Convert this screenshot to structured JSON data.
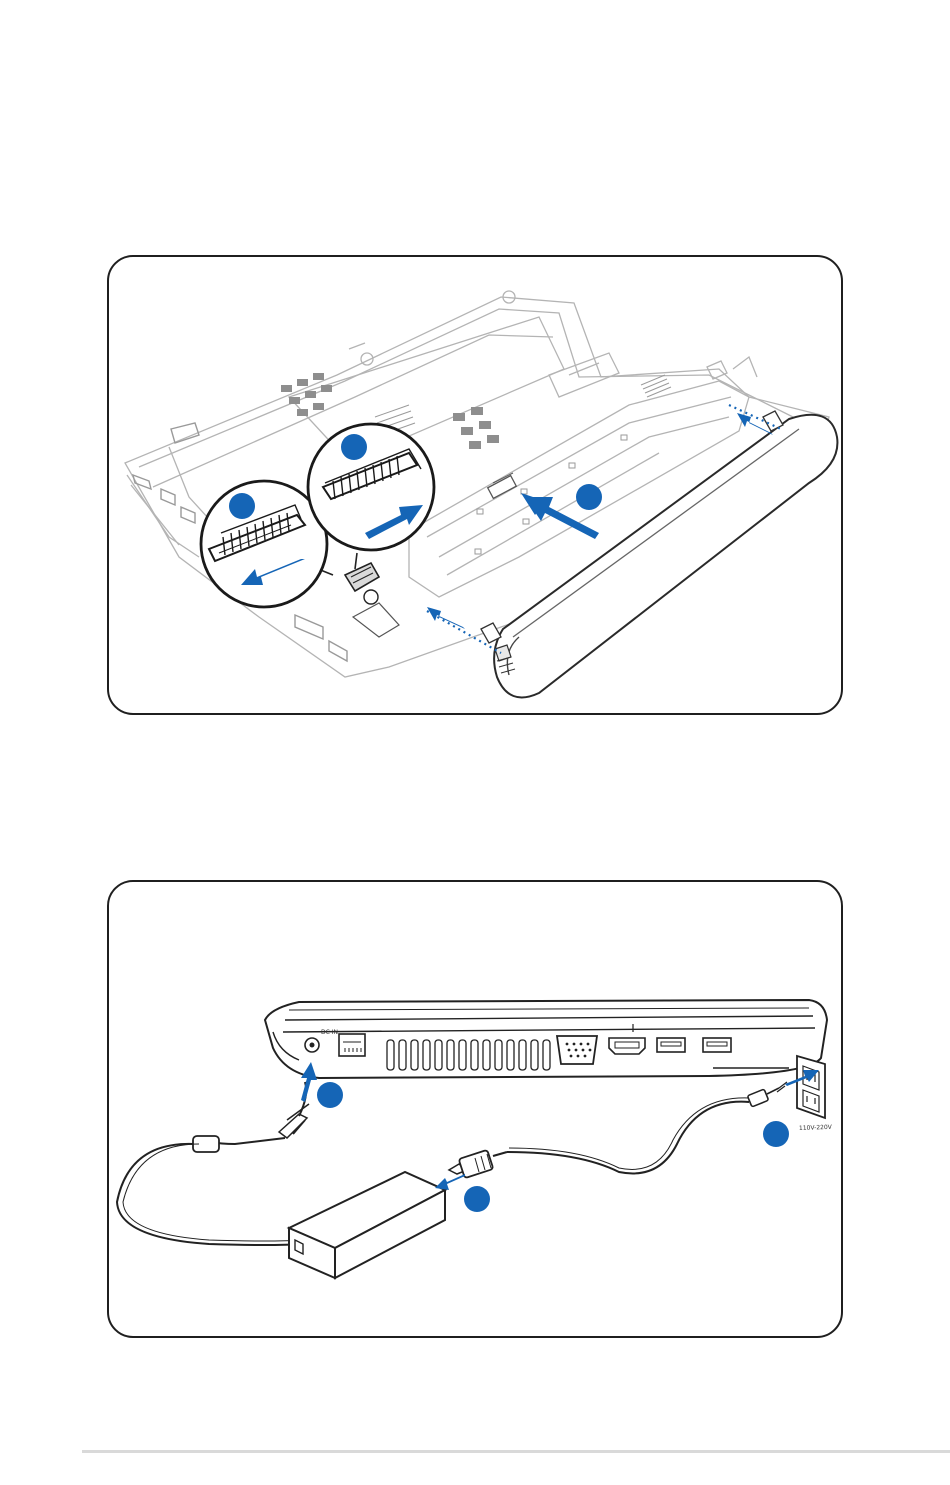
{
  "figures": [
    {
      "name": "battery-installation",
      "step_markers": [
        "",
        "",
        ""
      ],
      "colors": {
        "accent": "#1565b6",
        "outline": "#b4b4b4",
        "frame": "#1f1f1f"
      }
    },
    {
      "name": "power-adapter-connection",
      "port_labels": {
        "dc_in": "DC IN",
        "voltage": "110V-220V"
      },
      "step_markers": [
        "",
        "",
        ""
      ],
      "colors": {
        "accent": "#1565b6",
        "outline": "#222222"
      }
    }
  ]
}
